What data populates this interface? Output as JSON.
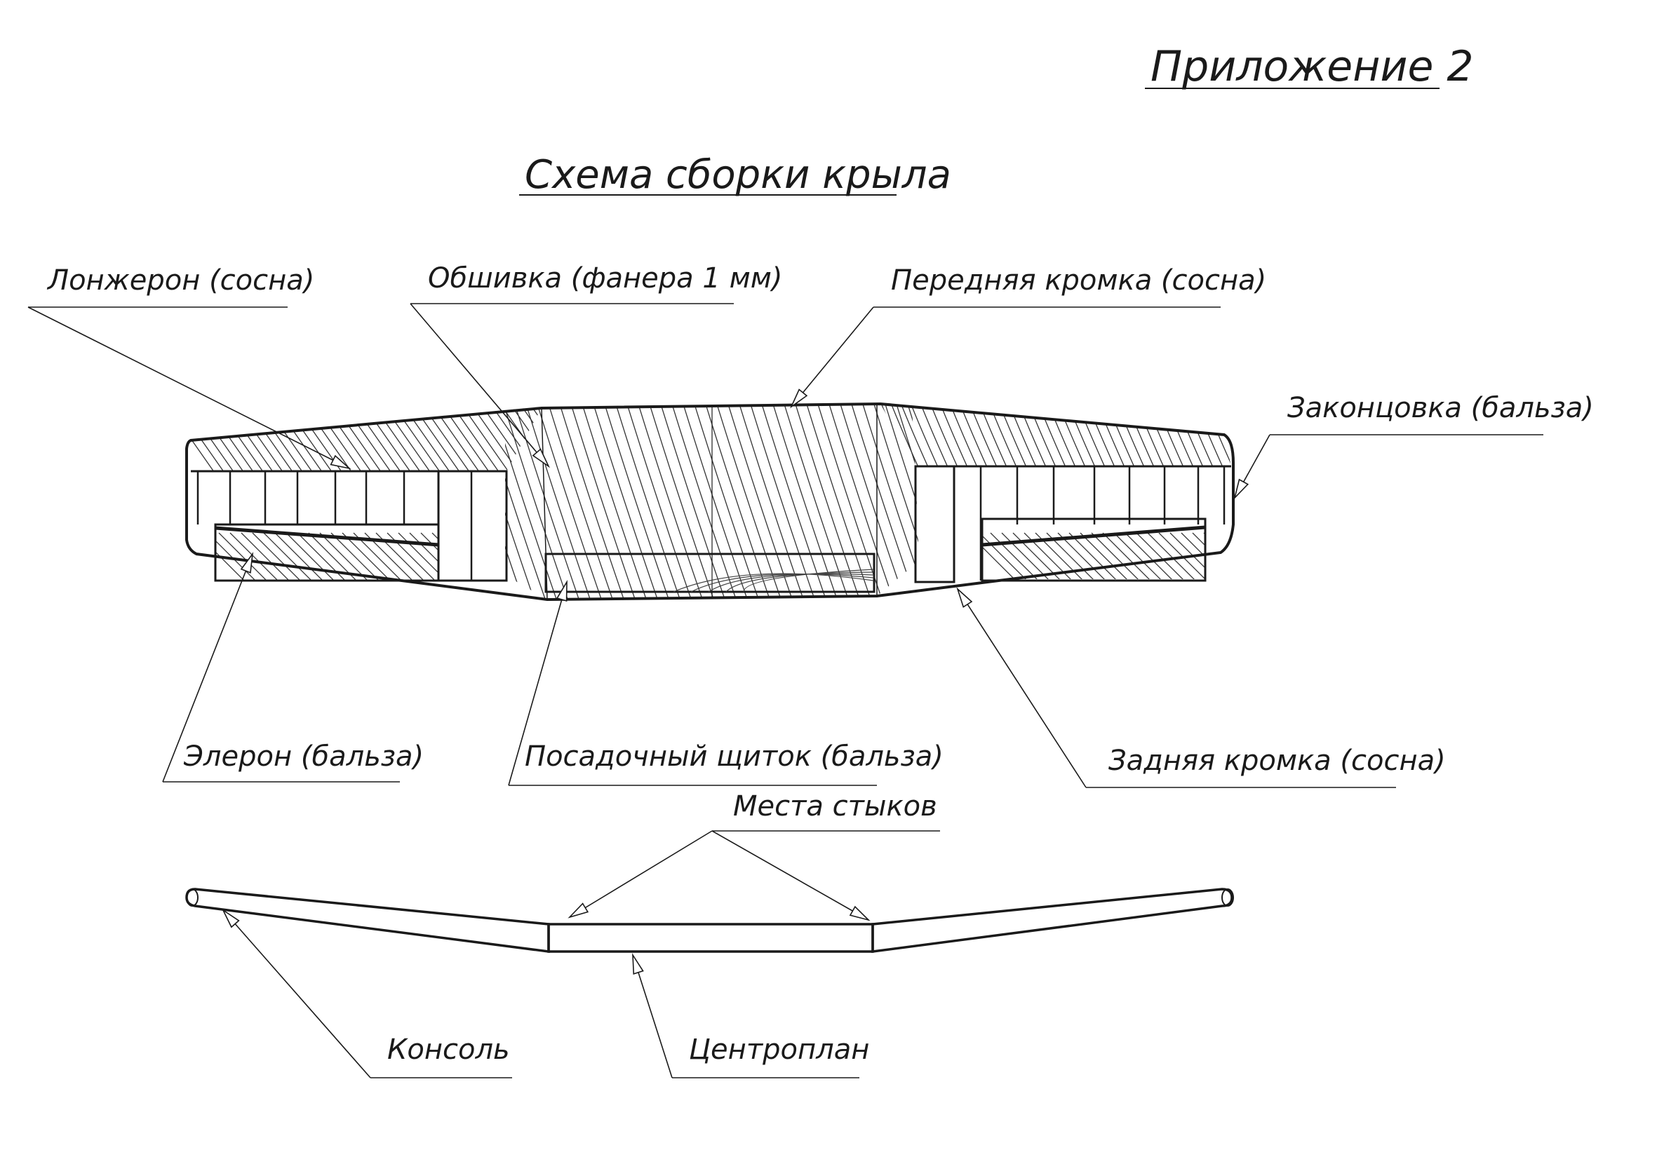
{
  "appendix": "Приложение 2",
  "title": "Схема сборки крыла",
  "labels": {
    "spar": "Лонжерон (сосна)",
    "skin": "Обшивка (фанера 1 мм)",
    "leading_edge": "Передняя кромка (сосна)",
    "wingtip": "Законцовка (бальза)",
    "aileron": "Элерон (бальза)",
    "flap": "Посадочный щиток (бальза)",
    "trailing_edge": "Задняя кромка (сосна)",
    "joints": "Места стыков",
    "console": "Консоль",
    "center_section": "Центроплан"
  }
}
